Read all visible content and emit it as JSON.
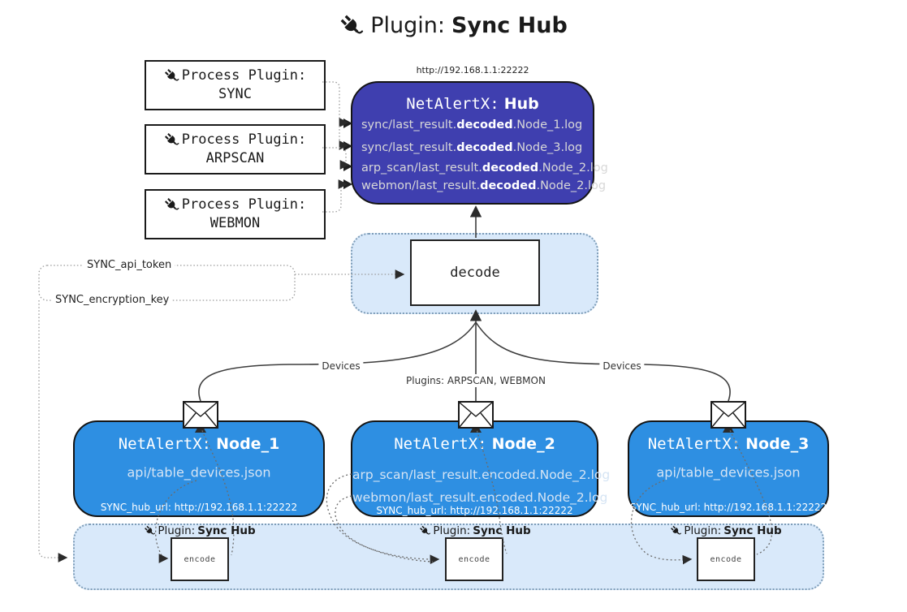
{
  "title": {
    "prefix": "Plugin:",
    "name": "Sync Hub"
  },
  "process_plugins": [
    {
      "label": "Process Plugin:",
      "name": "SYNC"
    },
    {
      "label": "Process Plugin:",
      "name": "ARPSCAN"
    },
    {
      "label": "Process Plugin:",
      "name": "WEBMON"
    }
  ],
  "hub": {
    "url_label": "http://192.168.1.1:22222",
    "title_prefix": "NetAlertX:",
    "title_name": "Hub",
    "logs": [
      {
        "pre": "sync/last_result.",
        "bold": "decoded",
        "post": ".Node_1.log"
      },
      {
        "pre": "sync/last_result.",
        "bold": "decoded",
        "post": ".Node_3.log"
      },
      {
        "pre": "arp_scan/last_result.",
        "bold": "decoded",
        "post": ".Node_2.log"
      },
      {
        "pre": "webmon/last_result.",
        "bold": "decoded",
        "post": ".Node_2.log"
      }
    ]
  },
  "decode": {
    "label": "decode"
  },
  "keys": {
    "api_token": "SYNC_api_token",
    "encryption_key": "SYNC_encryption_key"
  },
  "edges": {
    "devices_left": "Devices",
    "devices_right": "Devices",
    "plugins_mid": "Plugins: ARPSCAN, WEBMON"
  },
  "nodes": [
    {
      "title_prefix": "NetAlertX:",
      "title_name": "Node_1",
      "files": [
        "api/table_devices.json"
      ],
      "hub_url": "SYNC_hub_url: http://192.168.1.1:22222"
    },
    {
      "title_prefix": "NetAlertX:",
      "title_name": "Node_2",
      "files": [
        "arp_scan/last_result.encoded.Node_2.log",
        "webmon/last_result.encoded.Node_2.log"
      ],
      "hub_url": "SYNC_hub_url: http://192.168.1.1:22222"
    },
    {
      "title_prefix": "NetAlertX:",
      "title_name": "Node_3",
      "files": [
        "api/table_devices.json"
      ],
      "hub_url": "SYNC_hub_url: http://192.168.1.1:22222"
    }
  ],
  "band": {
    "plugin_prefix": "Plugin:",
    "plugin_name": "Sync Hub",
    "encode_label": "encode"
  },
  "icons": {
    "plug": "plug-icon",
    "mail": "envelope-icon"
  },
  "colors": {
    "hub_bg": "#3f3faf",
    "node_bg": "#2e8fe2",
    "panel_bg": "#d9e9fa",
    "panel_border": "#7e9db8",
    "line": "#3d3d3d",
    "hub_text": "#d8d8d8"
  }
}
